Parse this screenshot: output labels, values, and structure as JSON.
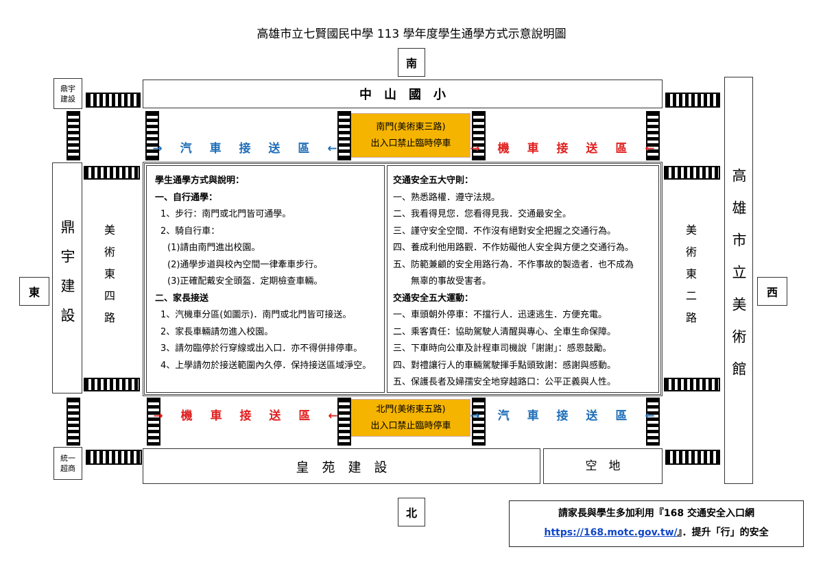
{
  "title": "高雄市立七賢國民中學 113 學年度學生通學方式示意說明圖",
  "directions": {
    "south": "南",
    "north": "北",
    "east": "東",
    "west": "西"
  },
  "buildings": {
    "top_left_small": "鼎宇建設",
    "top_school": "中　山　國　小",
    "left_big": "鼎宇建設",
    "left_road": "美術東四路",
    "right_road": "美術東二路",
    "right_big": "高雄市立美術館",
    "bottom_left_small": "統一超商",
    "bottom_main": "皇　苑　建　設",
    "bottom_vacant": "空　地"
  },
  "gates": {
    "south": {
      "line1": "南門(美術東三路)",
      "line2": "出入口禁止臨時停車"
    },
    "north": {
      "line1": "北門(美術東五路)",
      "line2": "出入口禁止臨時停車"
    }
  },
  "zones": {
    "top_left": "→ 汽 車 接 送 區 ←",
    "top_right": "→ 機 車 接 送 區 ←",
    "bottom_left": "→ 機 車 接 送 區 ←",
    "bottom_right": "→ 汽 車 接 送 區 ←"
  },
  "left_panel": {
    "heading": "學生通學方式與說明：",
    "sec1": "一、自行通學：",
    "item1": "1、步行：南門或北門皆可通學。",
    "item2": "2、騎自行車：",
    "sub1": "(1)請由南門進出校園。",
    "sub2": "(2)通學步道與校內空間一律牽車步行。",
    "sub3": "(3)正確配戴安全頭盔．定期檢查車輛。",
    "sec2": "二、家長接送",
    "p1": "1、汽機車分區(如圖示)．南門或北門皆可接送。",
    "p2": "2、家長車輛請勿進入校園。",
    "p3": "3、請勿臨停於行穿線或出入口．亦不得併排停車。",
    "p4": "4、上學請勿於接送範圍內久停．保持接送區域淨空。"
  },
  "right_panel": {
    "heading1": "交通安全五大守則：",
    "r1": "一、熟悉路權．遵守法規。",
    "r2": "二、我看得見您．您看得見我．交通最安全。",
    "r3": "三、謹守安全空間．不作沒有絕對安全把握之交通行為。",
    "r4": "四、養成利他用路觀．不作妨礙他人安全與方便之交通行為。",
    "r5a": "五、防範兼顧的安全用路行為．不作事故的製造者．也不成為",
    "r5b": "無辜的事故受害者。",
    "heading2": "交通安全五大運動：",
    "m1": "一、車頭朝外停車：不擋行人．迅速逃生．方便充電。",
    "m2": "二、乘客責任：協助駕駛人清醒與專心、全車生命保障。",
    "m3": "三、下車時向公車及計程車司機說「謝謝」：感恩鼓勵。",
    "m4": "四、對禮讓行人的車輛駕駛揮手點頭致謝：感謝與感動。",
    "m5": "五、保護長者及婦孺安全地穿越路口：公平正義與人性。"
  },
  "notice": {
    "line1": "請家長與學生多加利用『168 交通安全入口網",
    "url": "https://168.motc.gov.tw/",
    "line2_suffix": "』．提升「行」的安全"
  }
}
